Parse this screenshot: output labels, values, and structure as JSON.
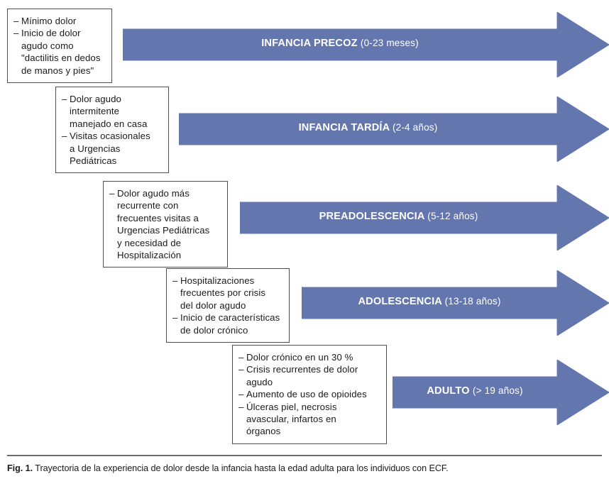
{
  "figure": {
    "caption_label": "Fig. 1.",
    "caption_text": "Trayectoria de la experiencia de dolor desde la infancia hasta la edad adulta para los individuos con ECF.",
    "arrow_color": "#6476ae",
    "arrow_label_color": "#ffffff",
    "box_border_color": "#4d4d4d",
    "text_color": "#1a1a1a"
  },
  "stages": [
    {
      "arrow_main": "INFANCIA PRECOZ",
      "arrow_suffix": "(0-23 meses)",
      "notes": [
        "Mínimo dolor",
        "Inicio de dolor\nagudo como\n\"dactilitis en dedos\nde manos y pies\""
      ]
    },
    {
      "arrow_main": "INFANCIA TARDÍA",
      "arrow_suffix": "(2-4 años)",
      "notes": [
        "Dolor agudo\nintermitente\nmanejado en casa",
        "Visitas ocasionales\na Urgencias\nPediátricas"
      ]
    },
    {
      "arrow_main": "PREADOLESCENCIA",
      "arrow_suffix": "(5-12 años)",
      "notes": [
        "Dolor agudo más\nrecurrente con\nfrecuentes visitas a\nUrgencias Pediátricas\ny necesidad de\nHospitalización"
      ]
    },
    {
      "arrow_main": "ADOLESCENCIA",
      "arrow_suffix": "(13-18 años)",
      "notes": [
        "Hospitalizaciones\nfrecuentes por crisis\ndel dolor agudo",
        "Inicio de características\nde dolor crónico"
      ]
    },
    {
      "arrow_main": "ADULTO",
      "arrow_suffix": "(> 19 años)",
      "notes": [
        "Dolor crónico en un 30 %",
        "Crisis recurrentes de dolor\nagudo",
        "Aumento de uso de opioides",
        "Úlceras piel, necrosis\navascular, infartos en\nórganos"
      ]
    }
  ]
}
